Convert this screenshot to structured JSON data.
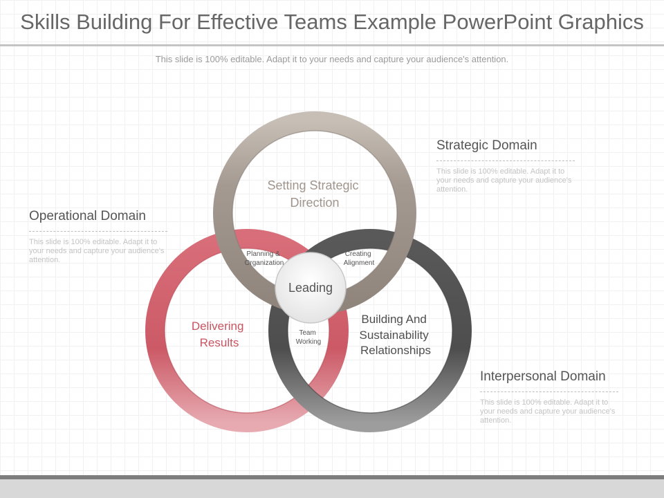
{
  "slide": {
    "title": "Skills Building For Effective Teams Example PowerPoint Graphics",
    "subtitle": "This slide is 100% editable. Adapt it to your needs and capture your audience's attention."
  },
  "diagram": {
    "circles": {
      "top": {
        "label_lines": [
          "Setting Strategic",
          "Direction"
        ],
        "color": "#a0958c"
      },
      "left": {
        "label_lines": [
          "Delivering",
          "Results"
        ],
        "color": "#cf5f6b"
      },
      "right": {
        "label_lines": [
          "Building And",
          "Sustainability",
          "Relationships"
        ],
        "color": "#5b5b5b"
      }
    },
    "overlaps": {
      "top_left": [
        "Planning &",
        "Organization"
      ],
      "top_right": [
        "Creating",
        "Alignment"
      ],
      "left_right": [
        "Team",
        "Working"
      ]
    },
    "center": "Leading"
  },
  "callouts": {
    "strategic": {
      "heading": "Strategic Domain",
      "body": "This slide is 100% editable. Adapt it to your needs and capture your audience's attention."
    },
    "operational": {
      "heading": "Operational Domain",
      "body": "This slide is 100% editable. Adapt it to your needs and capture your audience's attention."
    },
    "interpersonal": {
      "heading": "Interpersonal Domain",
      "body": "This slide is 100% editable. Adapt it to your needs and capture your audience's attention."
    }
  },
  "colors": {
    "title_text": "#666666",
    "top_ring": "#a0958c",
    "left_ring": "#cf5f6b",
    "right_ring": "#5b5b5b",
    "footer_bar": "#7d7d7d"
  }
}
